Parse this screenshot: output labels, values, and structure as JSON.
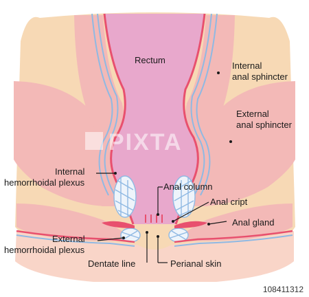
{
  "labels": {
    "rectum": "Rectum",
    "internal_sphincter_1": "Internal",
    "internal_sphincter_2": "anal sphincter",
    "external_sphincter_1": "External",
    "external_sphincter_2": "anal sphincter",
    "internal_plexus_1": "Internal",
    "internal_plexus_2": "hemorrhoidal plexus",
    "anal_column": "Anal column",
    "anal_cript": "Anal cript",
    "anal_gland": "Anal gland",
    "external_plexus_1": "External",
    "external_plexus_2": "hemorrhoidal plexus",
    "dentate_line": "Dentate line",
    "perianal_skin": "Perianal skin"
  },
  "watermark": "PIXTA",
  "image_id": "108411312",
  "colors": {
    "background_tissue": "#f7d9b5",
    "skin": "#f9d5c8",
    "muscle": "#f3b9b7",
    "rectum_lumen": "#e8a8cc",
    "mucosa_edge": "#e8506e",
    "vein": "#8fb9e3"
  }
}
